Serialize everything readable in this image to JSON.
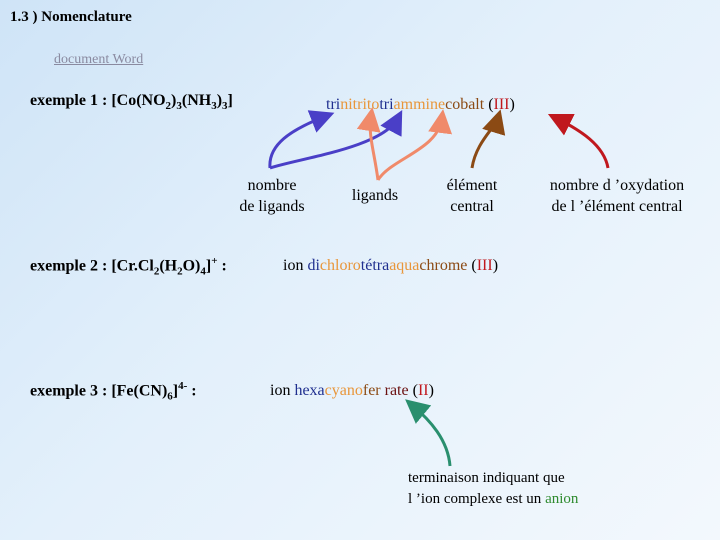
{
  "title": "1.3 ) Nomenclature",
  "document_link": "document Word",
  "example1": {
    "label": "exemple 1 : ",
    "f1": "[Co(NO",
    "s1": "2",
    "f2": ")",
    "s2": "3",
    "f3": "(NH",
    "s3": "3",
    "f4": ")",
    "s4": "3",
    "f5": "]",
    "name": {
      "p1": "tri",
      "p2": "nitrito",
      "p3": "tri",
      "p4": "ammine",
      "p5": "cobalt",
      "p6": " (",
      "p7": "III",
      "p8": ")"
    }
  },
  "labels": {
    "nombre": "nombre",
    "de_ligands": "de ligands",
    "ligands": "ligands",
    "element": "élément",
    "central": "central",
    "oxydation1": "nombre d ’oxydation",
    "oxydation2": "de l ’élément central"
  },
  "example2": {
    "label": "exemple 2 : ",
    "f1": "[Cr.Cl",
    "s1": "2",
    "f2": "(H",
    "s2": "2",
    "f3": "O)",
    "s3": "4",
    "f4": "]",
    "sup": "+",
    "f5": " :",
    "name": {
      "p1": "ion ",
      "p2": "di",
      "p3": "chloro",
      "p4": "tétra",
      "p5": "aqua",
      "p6": "chrome",
      "p7": " (",
      "p8": "III",
      "p9": ")"
    }
  },
  "example3": {
    "label": "exemple 3 : ",
    "f1": "[Fe(CN)",
    "s1": "6",
    "f2": "]",
    "sup": "4-",
    "f3": " :",
    "name": {
      "p1": "ion ",
      "p2": "hexa",
      "p3": "cyano",
      "p4": "fer",
      "p5": " rate",
      "p6": " (",
      "p7": "II",
      "p8": ")"
    }
  },
  "ending": {
    "line1": "terminaison indiquant que",
    "line2a": "l ’ion complexe est un ",
    "line2b": "anion"
  },
  "colors": {
    "blue": "#1f2f8f",
    "orange": "#e8963a",
    "brown": "#8b4a14",
    "red": "#c0181e",
    "green": "#2e8b2e",
    "arrow_purple": "#4a3fc7",
    "arrow_teal": "#2a8f6e"
  }
}
